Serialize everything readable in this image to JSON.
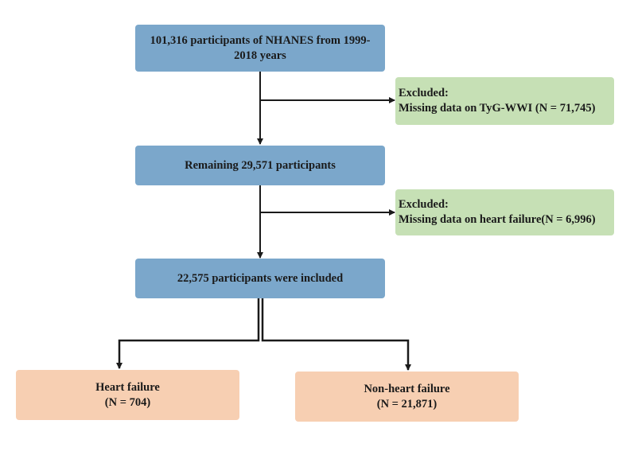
{
  "flow": {
    "start": "101,316 participants of NHANES from 1999-2018 years",
    "exclusion1": {
      "heading": "Excluded:",
      "detail": "Missing data on TyG-WWI (N = 71,745)"
    },
    "remaining": "Remaining 29,571 participants",
    "exclusion2": {
      "heading": "Excluded:",
      "detail": "Missing data on heart failure(N = 6,996)"
    },
    "included": "22,575 participants were included",
    "group_hf": {
      "label": "Heart failure",
      "n": "(N = 704)"
    },
    "group_nonhf": {
      "label": "Non-heart failure",
      "n": "(N = 21,871)"
    }
  },
  "colors": {
    "process_box": "#7ba7cb",
    "exclusion_box": "#c6e0b5",
    "outcome_box": "#f7cfb2",
    "connector": "#1a1a1a"
  }
}
